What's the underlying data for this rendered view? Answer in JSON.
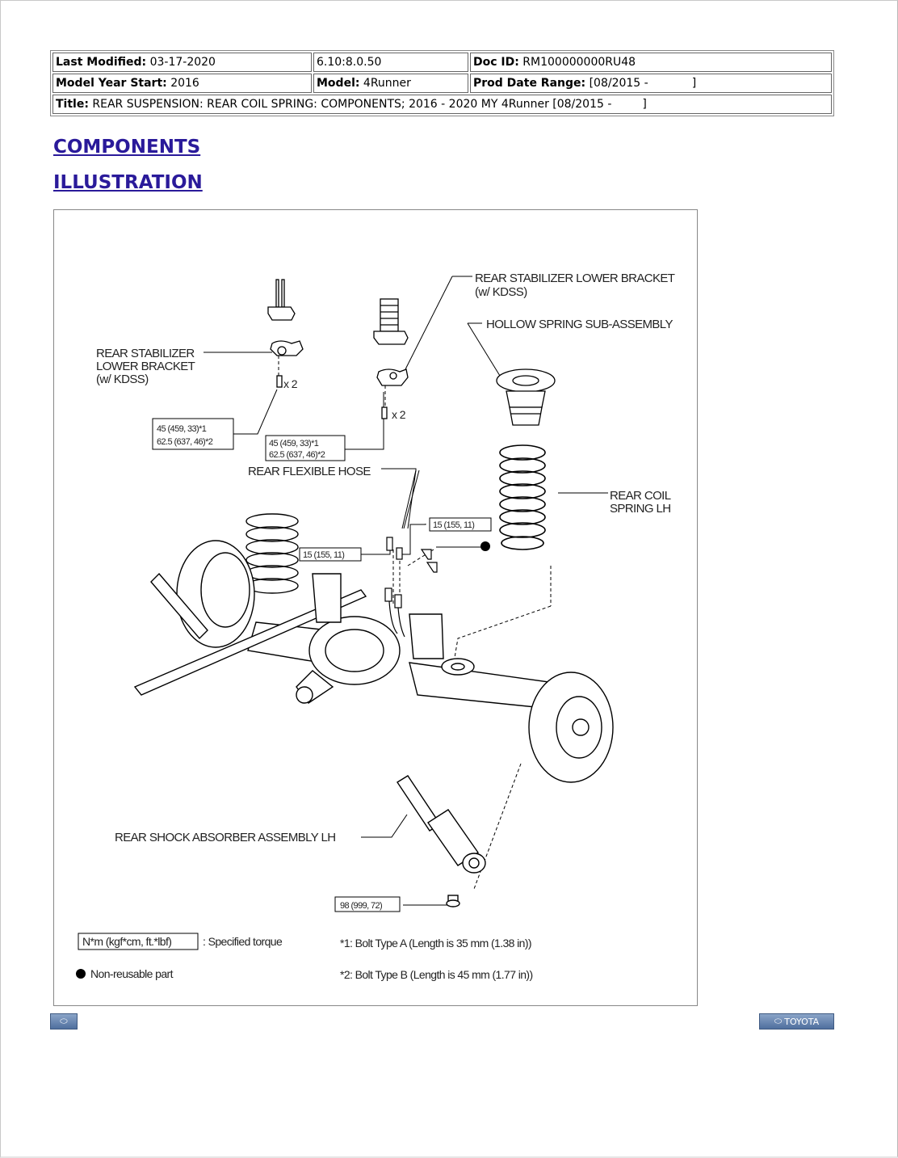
{
  "header": {
    "last_modified_label": "Last Modified:",
    "last_modified_value": "03-17-2020",
    "version": "6.10:8.0.50",
    "doc_id_label": "Doc ID:",
    "doc_id_value": "RM100000000RU48",
    "model_year_label": "Model Year Start:",
    "model_year_value": "2016",
    "model_label": "Model:",
    "model_value": "4Runner",
    "prod_date_label": "Prod Date Range:",
    "prod_date_value": "[08/2015 -",
    "prod_date_end": "]",
    "title_label": "Title:",
    "title_value": "REAR SUSPENSION: REAR COIL SPRING: COMPONENTS; 2016 - 2020 MY 4Runner [08/2015 -",
    "title_end": "]"
  },
  "sections": {
    "components": "COMPONENTS",
    "illustration": "ILLUSTRATION"
  },
  "diagram": {
    "stab_bracket_left_1": "REAR STABILIZER",
    "stab_bracket_left_2": "LOWER BRACKET",
    "stab_bracket_left_3": "(w/ KDSS)",
    "stab_bracket_right_1": "REAR STABILIZER LOWER BRACKET",
    "stab_bracket_right_2": "(w/ KDSS)",
    "hollow_spring": "HOLLOW SPRING SUB-ASSEMBLY",
    "x2_left": "x 2",
    "x2_right": "x 2",
    "torque_left_1": "45 (459, 33)*1",
    "torque_left_2": "62.5 (637, 46)*2",
    "torque_mid_1": "45 (459, 33)*1",
    "torque_mid_2": "62.5 (637, 46)*2",
    "flexible_hose": "REAR FLEXIBLE HOSE",
    "coil_spring_1": "REAR COIL",
    "coil_spring_2": "SPRING LH",
    "torque_15_a": "15 (155, 11)",
    "torque_15_b": "15 (155, 11)",
    "shock_absorber": "REAR SHOCK ABSORBER ASSEMBLY LH",
    "torque_98": "98 (999, 72)",
    "legend_torque_box": "N*m (kgf*cm, ft.*lbf)",
    "legend_torque_text": ": Specified torque",
    "legend_nonreusable": "Non-reusable part",
    "note_1": "*1: Bolt Type A (Length is 35 mm (1.38 in))",
    "note_2": "*2: Bolt Type B (Length is 45 mm (1.77 in))"
  },
  "footer": {
    "right_button": "TOYOTA"
  },
  "colors": {
    "link": "#2a1a9a",
    "nav_button": "#5a7aa8"
  }
}
